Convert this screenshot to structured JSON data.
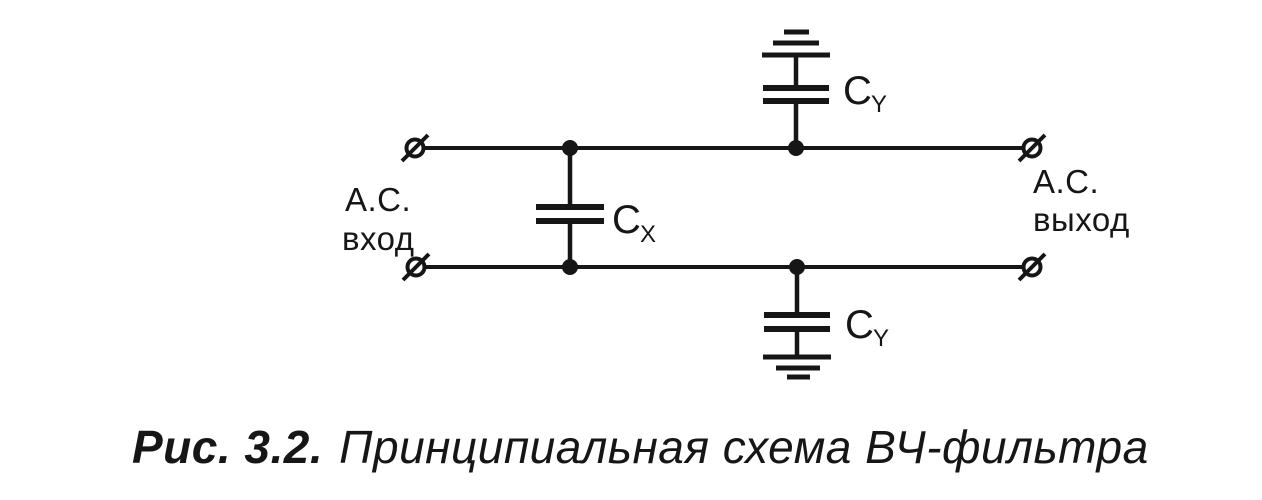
{
  "diagram": {
    "input": {
      "line1": "А.С.",
      "line2": "вход"
    },
    "output": {
      "line1": "А.С.",
      "line2": "выход"
    },
    "capacitors": {
      "cx": {
        "name": "C",
        "sub": "X"
      },
      "cy_top": {
        "name": "C",
        "sub": "Y"
      },
      "cy_bottom": {
        "name": "C",
        "sub": "Y"
      }
    }
  },
  "caption": {
    "figure_label": "Рис. 3.2.",
    "title": "Принципиальная схема ВЧ-фильтра"
  },
  "colors": {
    "ink": "#161616",
    "background": "#ffffff"
  }
}
